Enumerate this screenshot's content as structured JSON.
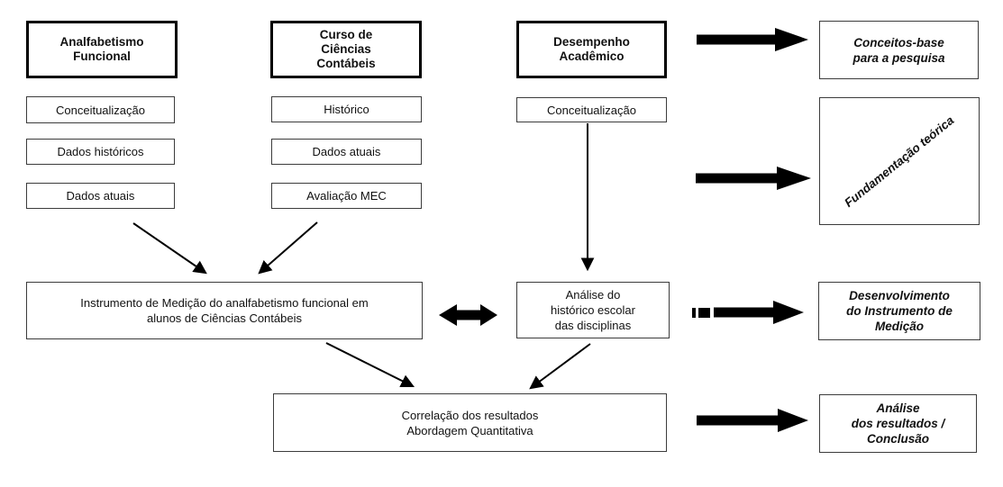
{
  "palette": {
    "ink": "#000000",
    "border_thin": "#3c3c3c",
    "border_bold": "#000000",
    "background": "#ffffff"
  },
  "col_illiteracy": {
    "header": "Analfabetismo\nFuncional",
    "items": [
      "Conceitualização",
      "Dados históricos",
      "Dados atuais"
    ]
  },
  "col_course": {
    "header": "Curso de\nCiências\nContábeis",
    "items": [
      "Histórico",
      "Dados atuais",
      "Avaliação MEC"
    ]
  },
  "col_performance": {
    "header": "Desempenho\nAcadêmico",
    "items": [
      "Conceitualização"
    ]
  },
  "process": {
    "instrument": "Instrumento de Medição do analfabetismo funcional em\nalunos de Ciências Contábeis",
    "transcript_analysis": "Análise do\nhistórico escolar\ndas disciplinas",
    "correlation": "Correlação dos resultados\nAbordagem Quantitativa"
  },
  "stages": {
    "concepts": "Conceitos-base\npara a pesquisa",
    "theory": "Fundamentação teórica",
    "instrument_dev": "Desenvolvimento\ndo Instrumento de\nMedição",
    "results": "Análise\ndos resultados /\nConclusão"
  }
}
